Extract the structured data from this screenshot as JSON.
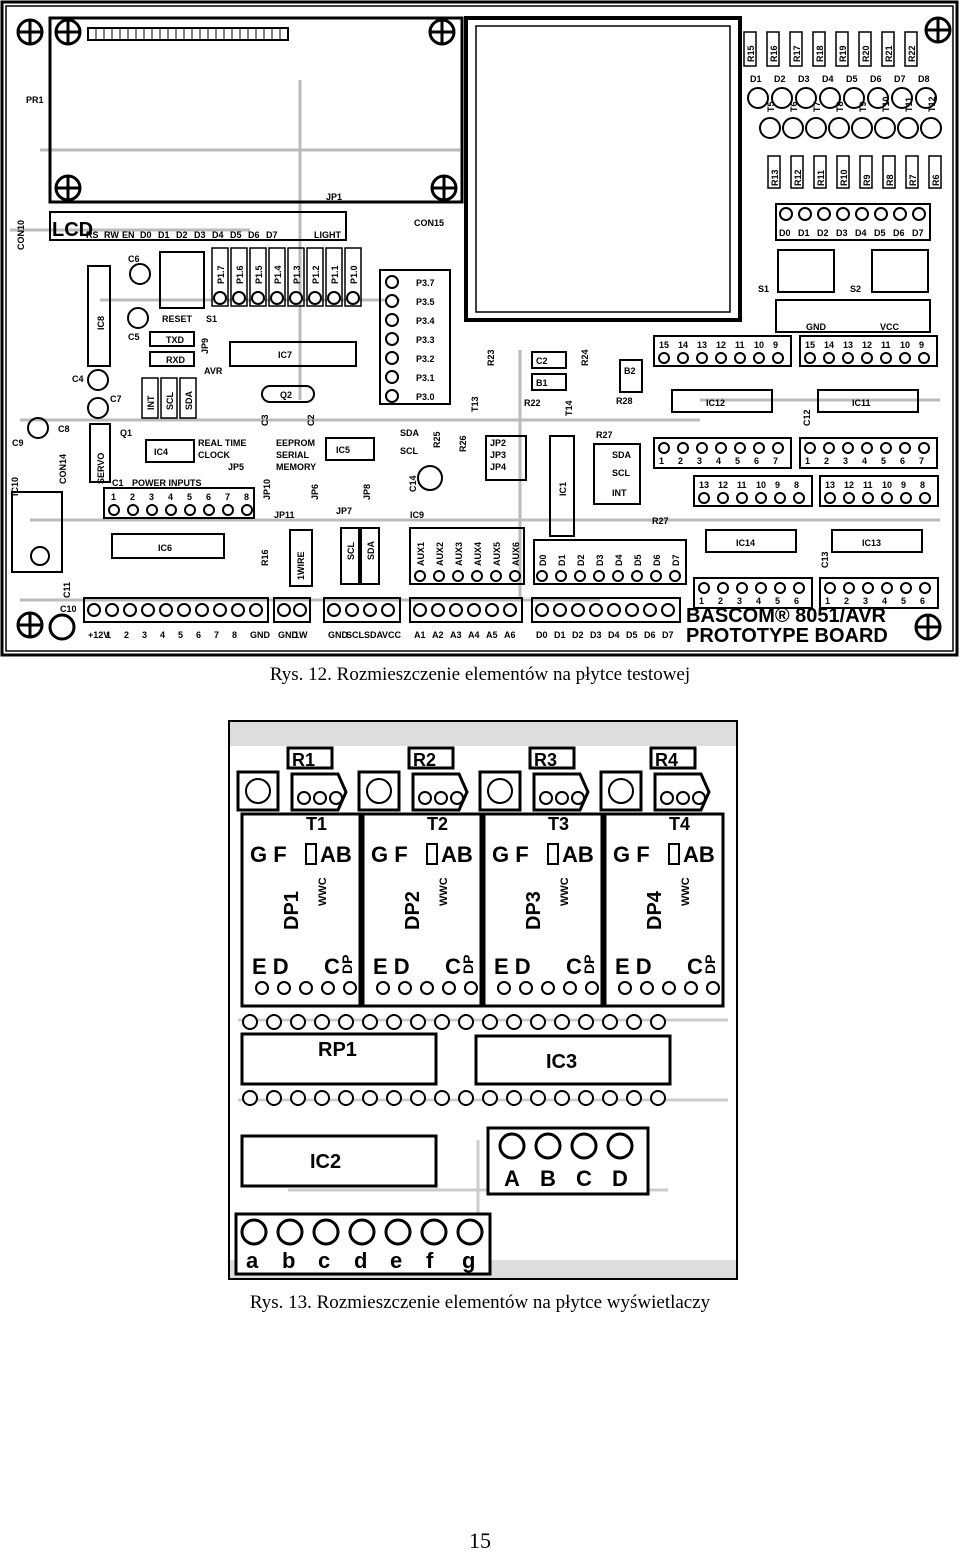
{
  "figure1": {
    "caption": "Rys. 12. Rozmieszczenie elementów na płytce testowej",
    "board_title_line1": "BASCOM® 8051/AVR",
    "board_title_line2": "PROTOTYPE BOARD",
    "labels": {
      "lcd": "LCD",
      "pr1": "PR1",
      "con10": "CON10",
      "ic8": "IC8",
      "c6": "C6",
      "c5": "C5",
      "reset": "RESET",
      "s1": "S1",
      "txd": "TXD",
      "rxd": "RXD",
      "jp9": "JP9",
      "avr": "AVR",
      "ic7": "IC7",
      "c4": "C4",
      "c7": "C7",
      "c9": "C9",
      "c8": "C8",
      "q1": "Q1",
      "ic4": "IC4",
      "rtc": "REAL TIME",
      "clock": "CLOCK",
      "jp5": "JP5",
      "eeprom1": "EEPROM",
      "eeprom2": "SERIAL",
      "eeprom3": "MEMORY",
      "ic5": "IC5",
      "q2": "Q2",
      "c2": "C2",
      "c3": "C3",
      "sda": "SDA",
      "scl": "SCL",
      "r25": "R25",
      "c14": "C14",
      "ic9": "IC9",
      "jp1": "JP1",
      "con15": "CON15",
      "servo": "SERVO",
      "con14": "CON14",
      "ic10": "IC10",
      "c11": "C11",
      "c10": "C10",
      "ic6": "IC6",
      "power": "POWER INPUTS",
      "c1": "C1",
      "jp10": "JP10",
      "jp11": "JP11",
      "jp6": "JP6",
      "jp7": "JP7",
      "jp8": "JP8",
      "onewire": "1WIRE",
      "r16": "R16",
      "r26": "R26",
      "ic1": "IC1",
      "t13": "T13",
      "t14": "T14",
      "r23": "R23",
      "r24": "R24",
      "r22": "R22",
      "r28": "R28",
      "c12": "C12",
      "ic12": "IC12",
      "ic11": "IC11",
      "ic14": "IC14",
      "ic13": "IC13",
      "c13": "C13",
      "r27": "R27",
      "s2": "S2",
      "gnd": "GND",
      "vcc": "VCC",
      "jp2": "JP2",
      "jp3": "JP3",
      "jp4": "JP4",
      "b1": "B1",
      "b2": "B2",
      "int": "INT",
      "light": "LIGHT"
    },
    "lcd_pins": [
      "RS",
      "RW",
      "EN",
      "D0",
      "D1",
      "D2",
      "D3",
      "D4",
      "D5",
      "D6",
      "D7"
    ],
    "port_pins": [
      "P1.7",
      "P1.6",
      "P1.5",
      "P1.4",
      "P1.3",
      "P1.2",
      "P1.1",
      "P1.0"
    ],
    "p3_pins": [
      "P3.7",
      "P3.5",
      "P3.4",
      "P3.3",
      "P3.2",
      "P3.1",
      "P3.0"
    ],
    "r_top": [
      "R15",
      "R16",
      "R17",
      "R18",
      "R19",
      "R20",
      "R21",
      "R22"
    ],
    "d_top": [
      "D1",
      "D2",
      "D3",
      "D4",
      "D5",
      "D6",
      "D7",
      "D8"
    ],
    "t_row": [
      "T5",
      "T6",
      "T7",
      "T8",
      "T9",
      "T10",
      "T11",
      "T12"
    ],
    "r_mid": [
      "R13",
      "R12",
      "R11",
      "R10",
      "R9",
      "R8",
      "R7",
      "R6"
    ],
    "d_pins": [
      "D0",
      "D1",
      "D2",
      "D3",
      "D4",
      "D5",
      "D6",
      "D7"
    ],
    "aux_pins": [
      "AUX1",
      "AUX2",
      "AUX3",
      "AUX4",
      "AUX5",
      "AUX6"
    ],
    "bottom_left": [
      "+12V",
      "1",
      "2",
      "3",
      "4",
      "5",
      "6",
      "7",
      "8",
      "GND"
    ],
    "bottom_mid": [
      "GND",
      "1W",
      "GND",
      "SCL",
      "SDA",
      "VCC"
    ],
    "bottom_a": [
      "A1",
      "A2",
      "A3",
      "A4",
      "A5",
      "A6"
    ],
    "bottom_d": [
      "D0",
      "D1",
      "D2",
      "D3",
      "D4",
      "D5",
      "D6",
      "D7"
    ],
    "ic_top_nums": [
      "15",
      "14",
      "13",
      "12",
      "11",
      "10",
      "9"
    ],
    "ic_bot_nums": [
      "1",
      "2",
      "3",
      "4",
      "5",
      "6",
      "7"
    ],
    "ic_mid_nums": [
      "13",
      "12",
      "11",
      "10",
      "9",
      "8"
    ],
    "ic_low_nums": [
      "1",
      "2",
      "3",
      "4",
      "5",
      "6"
    ],
    "power_nums": [
      "1",
      "2",
      "3",
      "4",
      "5",
      "6",
      "7",
      "8"
    ],
    "small_labels": [
      "INT",
      "SCL",
      "SDA"
    ],
    "mid_small": [
      "SCL",
      "SDA"
    ]
  },
  "figure2": {
    "caption": "Rys. 13. Rozmieszczenie elementów na płytce wyświetlaczy",
    "resistors": [
      "R1",
      "R2",
      "R3",
      "R4"
    ],
    "transistors": [
      "T1",
      "T2",
      "T3",
      "T4"
    ],
    "displays": [
      "DP1",
      "DP2",
      "DP3",
      "DP4"
    ],
    "seg_top": "G F",
    "seg_top2": "AB",
    "seg_bot": "E D",
    "seg_bot2": "C",
    "dp_label": "DP",
    "common": "WWC",
    "rp1": "RP1",
    "ic2": "IC2",
    "ic3": "IC3",
    "abcd": [
      "A",
      "B",
      "C",
      "D"
    ],
    "segments": [
      "a",
      "b",
      "c",
      "d",
      "e",
      "f",
      "g"
    ]
  },
  "page_number": "15"
}
